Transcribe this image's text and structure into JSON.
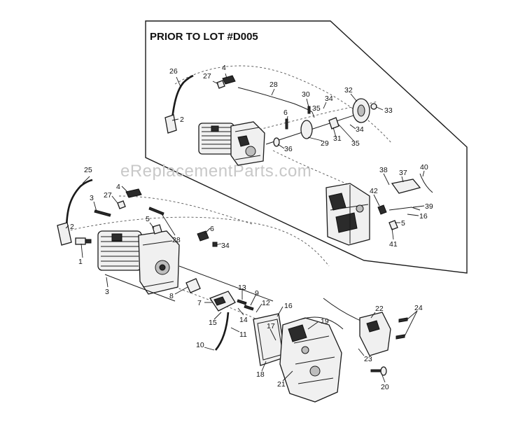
{
  "inset": {
    "title": "PRIOR TO LOT #D005",
    "callouts": [
      "26",
      "27",
      "4",
      "28",
      "30",
      "34",
      "32",
      "33",
      "35",
      "6",
      "2",
      "34",
      "29",
      "31",
      "35",
      "36",
      "38",
      "37",
      "40",
      "42",
      "39",
      "16",
      "5",
      "41"
    ]
  },
  "watermark": "eReplacementParts.com",
  "main": {
    "callouts": [
      "25",
      "27",
      "4",
      "3",
      "2",
      "1",
      "5",
      "28",
      "6",
      "34",
      "3",
      "8",
      "13",
      "9",
      "7",
      "12",
      "16",
      "14",
      "15",
      "11",
      "17",
      "19",
      "22",
      "24",
      "10",
      "18",
      "21",
      "23",
      "20"
    ]
  }
}
